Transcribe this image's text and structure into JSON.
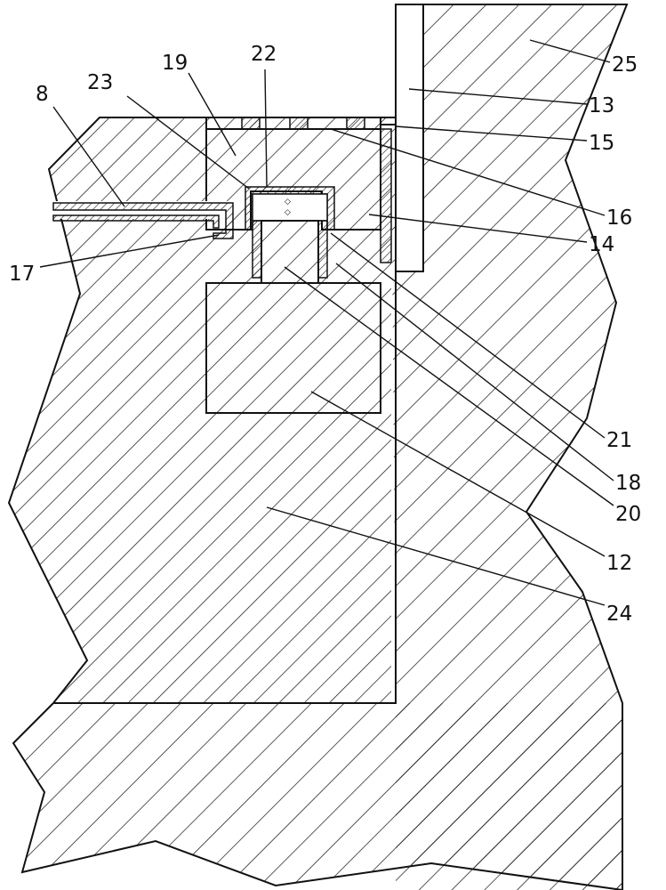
{
  "colors": {
    "ink": "#111111",
    "paper": "#ffffff"
  },
  "labels": {
    "l8": "8",
    "l12": "12",
    "l13": "13",
    "l14": "14",
    "l15": "15",
    "l16": "16",
    "l17": "17",
    "l18": "18",
    "l19": "19",
    "l20": "20",
    "l21": "21",
    "l22": "22",
    "l23": "23",
    "l24": "24",
    "l25": "25"
  }
}
